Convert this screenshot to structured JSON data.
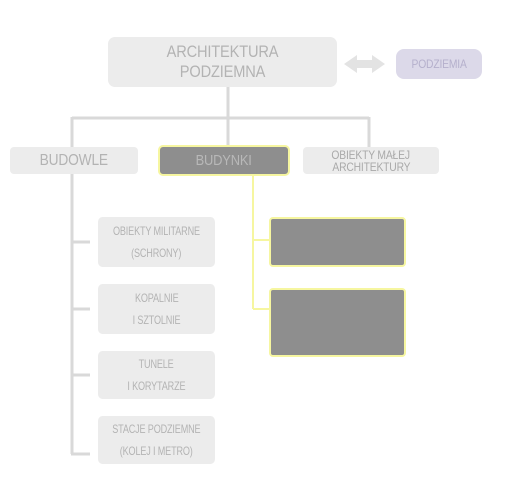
{
  "diagram": {
    "root": "ARCHITEKTURA PODZIEMNA",
    "side_node": "PODZIEMIA",
    "branches": {
      "budowle": "BUDOWLE",
      "budynki": "BUDYNKI",
      "male_line1": "OBIEKTY MAŁEJ",
      "male_line2": "ARCHITEKTURY"
    },
    "children": [
      {
        "line1": "OBIEKTY MILITARNE",
        "line2": "(SCHRONY)"
      },
      {
        "line1": "KOPALNIE",
        "line2": "I SZTOLNIE"
      },
      {
        "line1": "TUNELE",
        "line2": "I KORYTARZE"
      },
      {
        "line1": "STACJE PODZIEMNE",
        "line2": "(KOLEJ I METRO)"
      }
    ],
    "colors": {
      "box": "#ececec",
      "text": "#b3b3b3",
      "highlight_fill": "#8e8e8e",
      "highlight_border": "#f6f6a0",
      "side_fill": "#dcd9e9",
      "connector": "#d9d9d9"
    }
  }
}
